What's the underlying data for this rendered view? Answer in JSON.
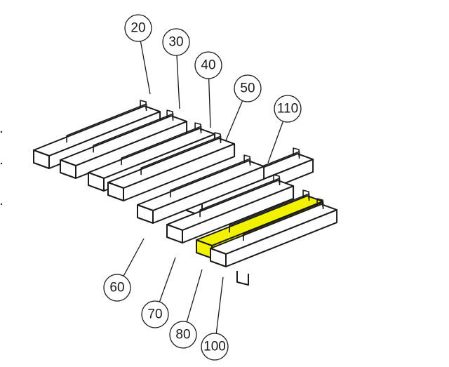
{
  "highlight_color": "#f2f200",
  "callouts": [
    {
      "label": "20"
    },
    {
      "label": "30"
    },
    {
      "label": "40"
    },
    {
      "label": "50"
    },
    {
      "label": "110"
    },
    {
      "label": "60"
    },
    {
      "label": "70"
    },
    {
      "label": "80"
    },
    {
      "label": "100"
    }
  ],
  "parts": [
    {
      "ref": "20"
    },
    {
      "ref": "30"
    },
    {
      "ref": "40"
    },
    {
      "ref": "50"
    },
    {
      "ref": "60"
    },
    {
      "ref": "70"
    },
    {
      "ref": "110"
    },
    {
      "ref": "80",
      "highlighted": true
    },
    {
      "ref": "100"
    }
  ]
}
